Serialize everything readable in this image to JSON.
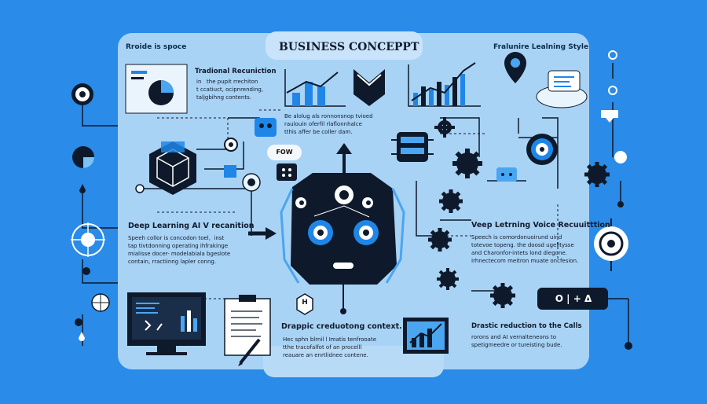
{
  "header": {
    "title": "BUSINESS CONCEPPT",
    "left_caption": "Rroide is spoce",
    "right_caption": "Fralunire Lealning Style"
  },
  "sections": {
    "traditional": {
      "heading": "Tradional Recuniction",
      "body": "in   the pupit rrechiton\nt ccatiuct, ocipnrending,\ntaljgbihng contents."
    },
    "center_intro": {
      "body": "Be alolug als ronnonsnop tvioed\nraulouin oferfil rlaflonnhalce\ntthis affer be coller dam."
    },
    "deep_learning": {
      "heading": "Deep Learning AI V recanition",
      "body": "Speeh collor is concodon toel,  inst\ntap tivtdonning operating ihfrakinge\nmialisse docer- modelabiala bgeslote\ncontain, rractiinng lapler conng."
    },
    "voice": {
      "heading": "Veep Letrning Voice Recuuitttion",
      "body": "Speech is comordonuoirund uind\ntotevoe topeng. the doosd ugelitysse\nand Charonfor-intets lond diegone.\nIrhnectecom meitron muate oncfesion."
    },
    "drappic": {
      "heading": "Drappic creduotong context.",
      "body": "Hec sphn blrnil l Imatis tenfrooate\ntthe tracofalfot of an procelll\nreauare an enrtlidnee contene."
    },
    "drastic": {
      "heading": "Drastic reduction to the Calls",
      "body": "rorons and AI vernalteneons to\nspetigmeedre or tureisting bude."
    }
  },
  "labels": {
    "flow_tag": "FOW",
    "hex_letter": "H",
    "control_symbols": "O | + Δ"
  },
  "colors": {
    "background": "#2a8be8",
    "panel": "#a9d3f5",
    "ink": "#111c2e",
    "accent": "#1f86e8"
  }
}
